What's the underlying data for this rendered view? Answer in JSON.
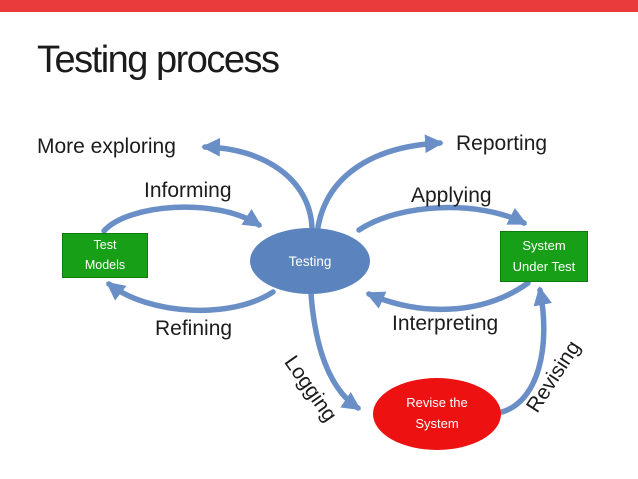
{
  "slide": {
    "title": "Testing process"
  },
  "colors": {
    "top_bar": "#e93b3b",
    "arrow": "#6a8fc7",
    "center_ellipse": "#5b84be",
    "box_green": "#17a017",
    "revise_red": "#ee1111",
    "node_text": "#ffffff",
    "label_text": "#1c1c1c"
  },
  "nodes": {
    "testing": {
      "label": "Testing"
    },
    "test_models": {
      "lines": [
        "Test",
        "Models"
      ]
    },
    "system_under_test": {
      "lines": [
        "System",
        "Under Test"
      ]
    },
    "revise_system": {
      "lines": [
        "Revise the",
        "System"
      ]
    }
  },
  "labels": {
    "more_exploring": "More exploring",
    "reporting": "Reporting",
    "informing": "Informing",
    "applying": "Applying",
    "refining": "Refining",
    "interpreting": "Interpreting",
    "logging": "Logging",
    "revising": "Revising"
  },
  "edges": [
    {
      "from": "Test Models",
      "to": "Testing",
      "label": "Informing"
    },
    {
      "from": "Testing",
      "to": "Test Models",
      "label": "Refining"
    },
    {
      "from": "Testing",
      "to": "System Under Test",
      "label": "Applying"
    },
    {
      "from": "System Under Test",
      "to": "Testing",
      "label": "Interpreting"
    },
    {
      "from": "Testing",
      "to": "More exploring",
      "label": ""
    },
    {
      "from": "Testing",
      "to": "Reporting",
      "label": ""
    },
    {
      "from": "Testing",
      "to": "Revise the System",
      "label": "Logging"
    },
    {
      "from": "Revise the System",
      "to": "System Under Test",
      "label": "Revising"
    }
  ]
}
